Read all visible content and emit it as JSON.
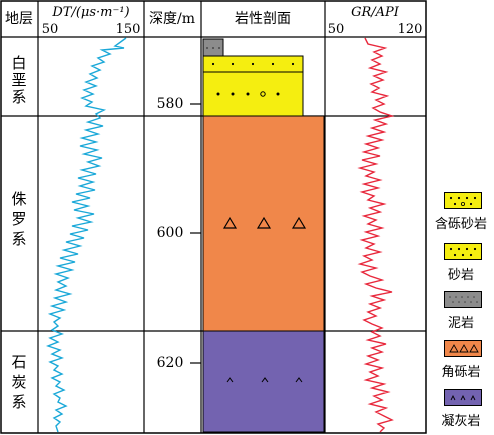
{
  "header": {
    "stratum": "地层",
    "dt_label": "DT/(μs·m⁻¹)",
    "dt_min": "50",
    "dt_max": "150",
    "depth": "深度/m",
    "lithology": "岩性剖面",
    "gr_label": "GR/API",
    "gr_min": "50",
    "gr_max": "120"
  },
  "strata": [
    {
      "name": "白垩系"
    },
    {
      "name": "侏罗系"
    },
    {
      "name": "石炭系"
    }
  ],
  "depth_ticks": [
    "580",
    "600",
    "620"
  ],
  "legend": [
    {
      "label": "含砾砂岩",
      "fill": "#f5ee10",
      "pattern": "gravel-sand"
    },
    {
      "label": "砂岩",
      "fill": "#f5ee10",
      "pattern": "sand"
    },
    {
      "label": "泥岩",
      "fill": "#8c8c8c",
      "pattern": "mud"
    },
    {
      "label": "角砾岩",
      "fill": "#f0874a",
      "pattern": "breccia"
    },
    {
      "label": "凝灰岩",
      "fill": "#7363b0",
      "pattern": "tuff"
    }
  ],
  "colors": {
    "dt_curve": "#1aa8d8",
    "gr_curve": "#e8283c",
    "sand": "#f5ee10",
    "mud": "#8c8c8c",
    "breccia": "#f0874a",
    "tuff": "#7363b0"
  }
}
